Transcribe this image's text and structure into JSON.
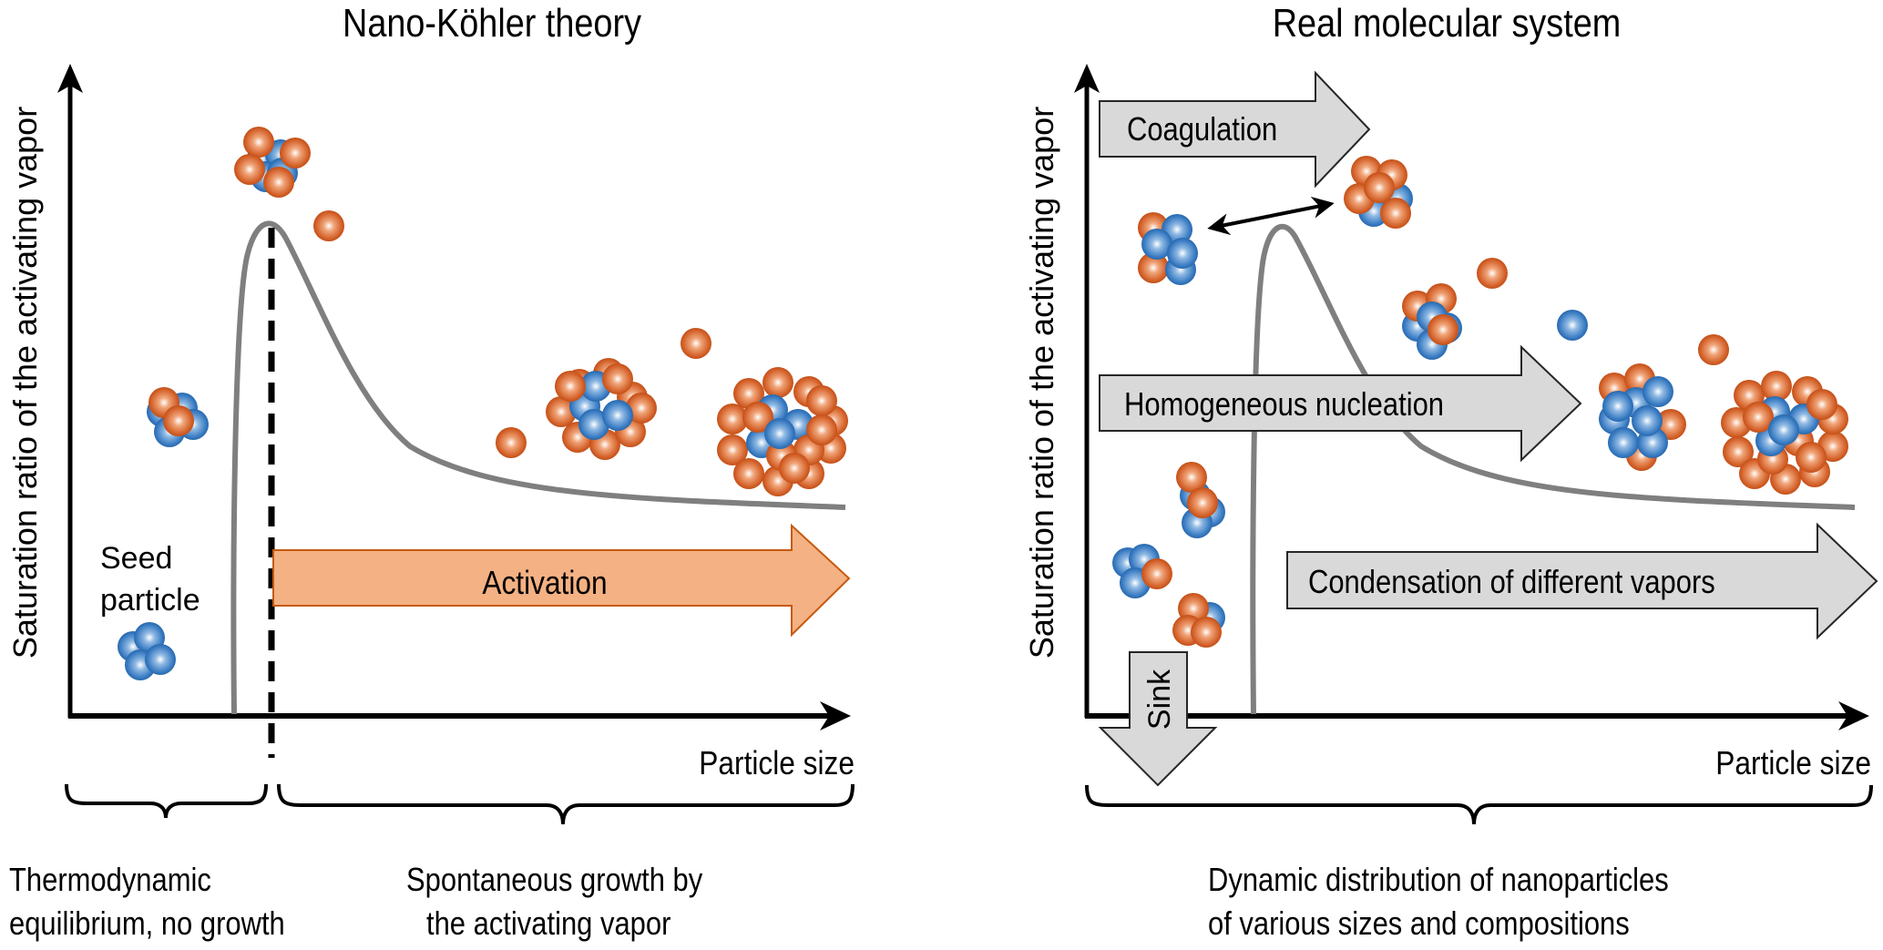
{
  "colors": {
    "axis": "#000000",
    "curve": "#7f7f7f",
    "activation_fill": "#f4b183",
    "activation_stroke": "#c55a11",
    "gray_arrow_fill": "#d9d9d9",
    "gray_arrow_stroke": "#262626",
    "molecule_orange": "#c9501c",
    "molecule_blue": "#2e6db4"
  },
  "left_panel": {
    "title": "Nano-Köhler theory",
    "y_axis_label": "Saturation ratio of the activating vapor",
    "x_axis_label": "Particle size",
    "seed_label_line1": "Seed",
    "seed_label_line2": "particle",
    "activation_label": "Activation",
    "brace_left_line1": "Thermodynamic",
    "brace_left_line2": "equilibrium, no growth",
    "brace_right_line1": "Spontaneous growth by",
    "brace_right_line2": "the activating vapor",
    "clusters": [
      {
        "name": "seed-cluster",
        "orange": 0,
        "blue": 4
      },
      {
        "name": "small-cluster",
        "orange": 2,
        "blue": 4
      },
      {
        "name": "critical-cluster",
        "orange": 4,
        "blue": 4
      },
      {
        "name": "vapor-molecule-1",
        "orange": 1,
        "blue": 0
      },
      {
        "name": "vapor-molecule-2",
        "orange": 1,
        "blue": 0
      },
      {
        "name": "vapor-molecule-3",
        "orange": 1,
        "blue": 0
      },
      {
        "name": "grown-cluster",
        "orange": 10,
        "blue": 4
      },
      {
        "name": "large-cluster",
        "orange": 16,
        "blue": 4
      }
    ]
  },
  "right_panel": {
    "title": "Real molecular system",
    "y_axis_label": "Saturation ratio of the activating vapor",
    "x_axis_label": "Particle size",
    "coagulation_label": "Coagulation",
    "nucleation_label": "Homogeneous nucleation",
    "condensation_label": "Condensation of different vapors",
    "sink_label": "Sink",
    "brace_line1": "Dynamic distribution of nanoparticles",
    "brace_line2": "of various sizes and compositions",
    "clusters": [
      {
        "name": "coag-cluster-a",
        "orange": 2,
        "blue": 4
      },
      {
        "name": "coag-cluster-b",
        "orange": 5,
        "blue": 2
      },
      {
        "name": "mixed-cluster-1",
        "orange": 3,
        "blue": 4
      },
      {
        "name": "vapor-molecule-orange-1",
        "orange": 1,
        "blue": 0
      },
      {
        "name": "vapor-molecule-blue",
        "orange": 0,
        "blue": 1
      },
      {
        "name": "vapor-molecule-orange-2",
        "orange": 1,
        "blue": 0
      },
      {
        "name": "grown-mixed-cluster",
        "orange": 4,
        "blue": 7
      },
      {
        "name": "large-mixed-cluster",
        "orange": 15,
        "blue": 4
      },
      {
        "name": "sink-cluster-1",
        "orange": 2,
        "blue": 3
      },
      {
        "name": "sink-cluster-2",
        "orange": 1,
        "blue": 3
      },
      {
        "name": "sink-cluster-3",
        "orange": 3,
        "blue": 1
      }
    ]
  }
}
